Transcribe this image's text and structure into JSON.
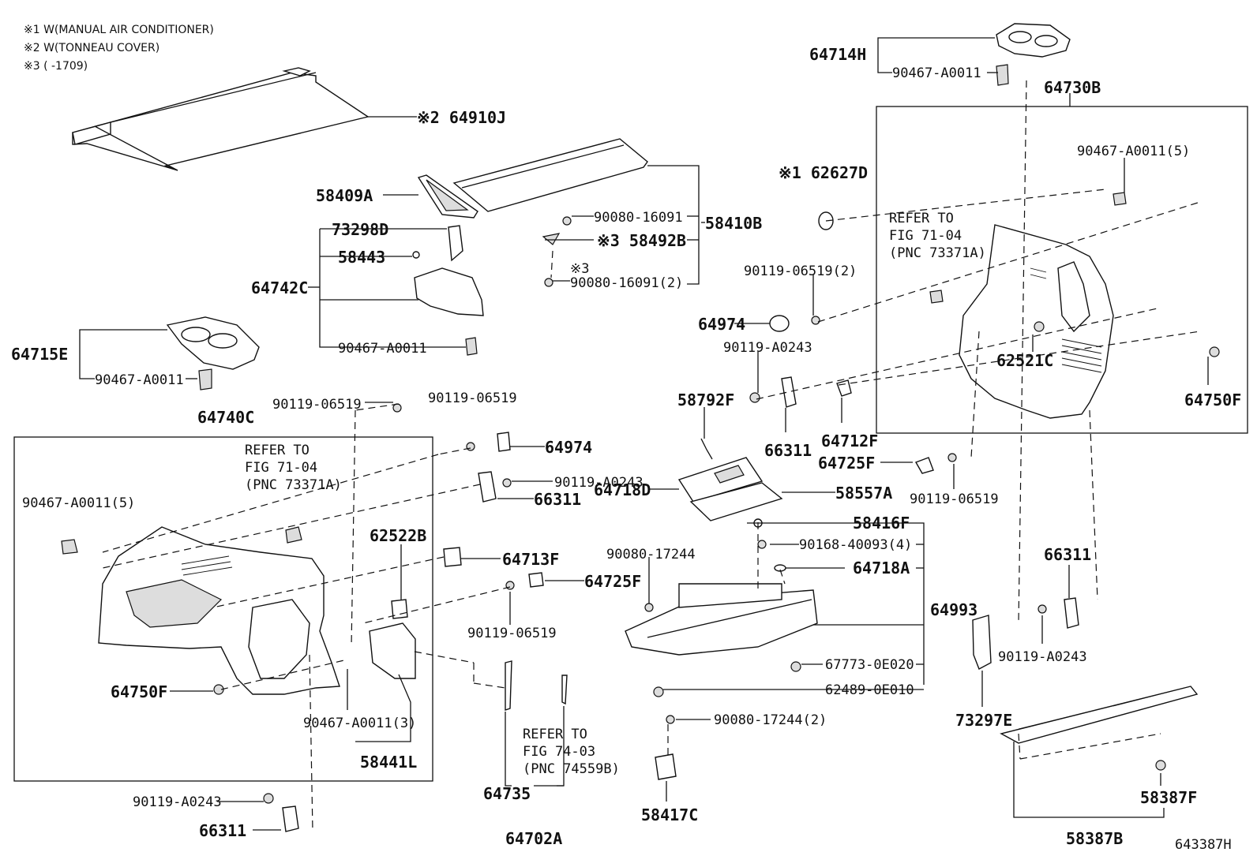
{
  "notes": [
    "※1 W(MANUAL AIR CONDITIONER)",
    "※2 W(TONNEAU COVER)",
    "※3 (      -1709)"
  ],
  "refs": {
    "ref1": [
      "REFER TO",
      "FIG 71-04",
      "(PNC 73371A)"
    ],
    "ref2": [
      "REFER TO",
      "FIG 71-04",
      "(PNC 73371A)"
    ],
    "ref3": [
      "REFER TO",
      "FIG 74-03",
      "(PNC 74559B)"
    ]
  },
  "labels": {
    "l_64910J": "※2 64910J",
    "l_58409A": "58409A",
    "l_73298D": "73298D",
    "l_58443": "58443",
    "l_64742C": "64742C",
    "l_90467_a": "90467-A0011",
    "l_90080_16091": "90080-16091",
    "l_58492B": "※3 58492B",
    "l_note3": "※3",
    "l_90080_16091_2": "90080-16091(2)",
    "l_58410B": "58410B",
    "l_64715E": "64715E",
    "l_90467_b": "90467-A0011",
    "l_64740C": "64740C",
    "l_90119_06519_a": "90119-06519",
    "l_90119_06519_b": "90119-06519",
    "l_64974_a": "64974",
    "l_90119_A0243_a": "90119-A0243",
    "l_66311_a": "66311",
    "l_90467_5a": "90467-A0011(5)",
    "l_62522B": "62522B",
    "l_64713F": "64713F",
    "l_64725F_a": "64725F",
    "l_90119_06519_c": "90119-06519",
    "l_64750F_a": "64750F",
    "l_90467_3": "90467-A0011(3)",
    "l_58441L": "58441L",
    "l_64735": "64735",
    "l_64702A": "64702A",
    "l_90119_A0243_b": "90119-A0243",
    "l_66311_b": "66311",
    "l_64714H": "64714H",
    "l_90467_c": "90467-A0011",
    "l_64730B": "64730B",
    "l_90467_5b": "90467-A0011(5)",
    "l_62627D": "※1 62627D",
    "l_90119_06519_2": "90119-06519(2)",
    "l_64974_b": "64974",
    "l_90119_A0243_c": "90119-A0243",
    "l_62521C": "62521C",
    "l_64750F_b": "64750F",
    "l_58792F": "58792F",
    "l_66311_c": "66311",
    "l_64712F": "64712F",
    "l_64725F_b": "64725F",
    "l_90119_06519_d": "90119-06519",
    "l_64718D": "64718D",
    "l_58557A": "58557A",
    "l_58416F": "58416F",
    "l_90168": "90168-40093(4)",
    "l_90080_17244": "90080-17244",
    "l_64718A": "64718A",
    "l_64993": "64993",
    "l_67773": "67773-0E020",
    "l_62489": "62489-0E010",
    "l_90080_17244_2": "90080-17244(2)",
    "l_58417C": "58417C",
    "l_66311_d": "66311",
    "l_90119_A0243_d": "90119-A0243",
    "l_73297E": "73297E",
    "l_58387F": "58387F",
    "l_58387B": "58387B",
    "l_fig": "643387H"
  }
}
